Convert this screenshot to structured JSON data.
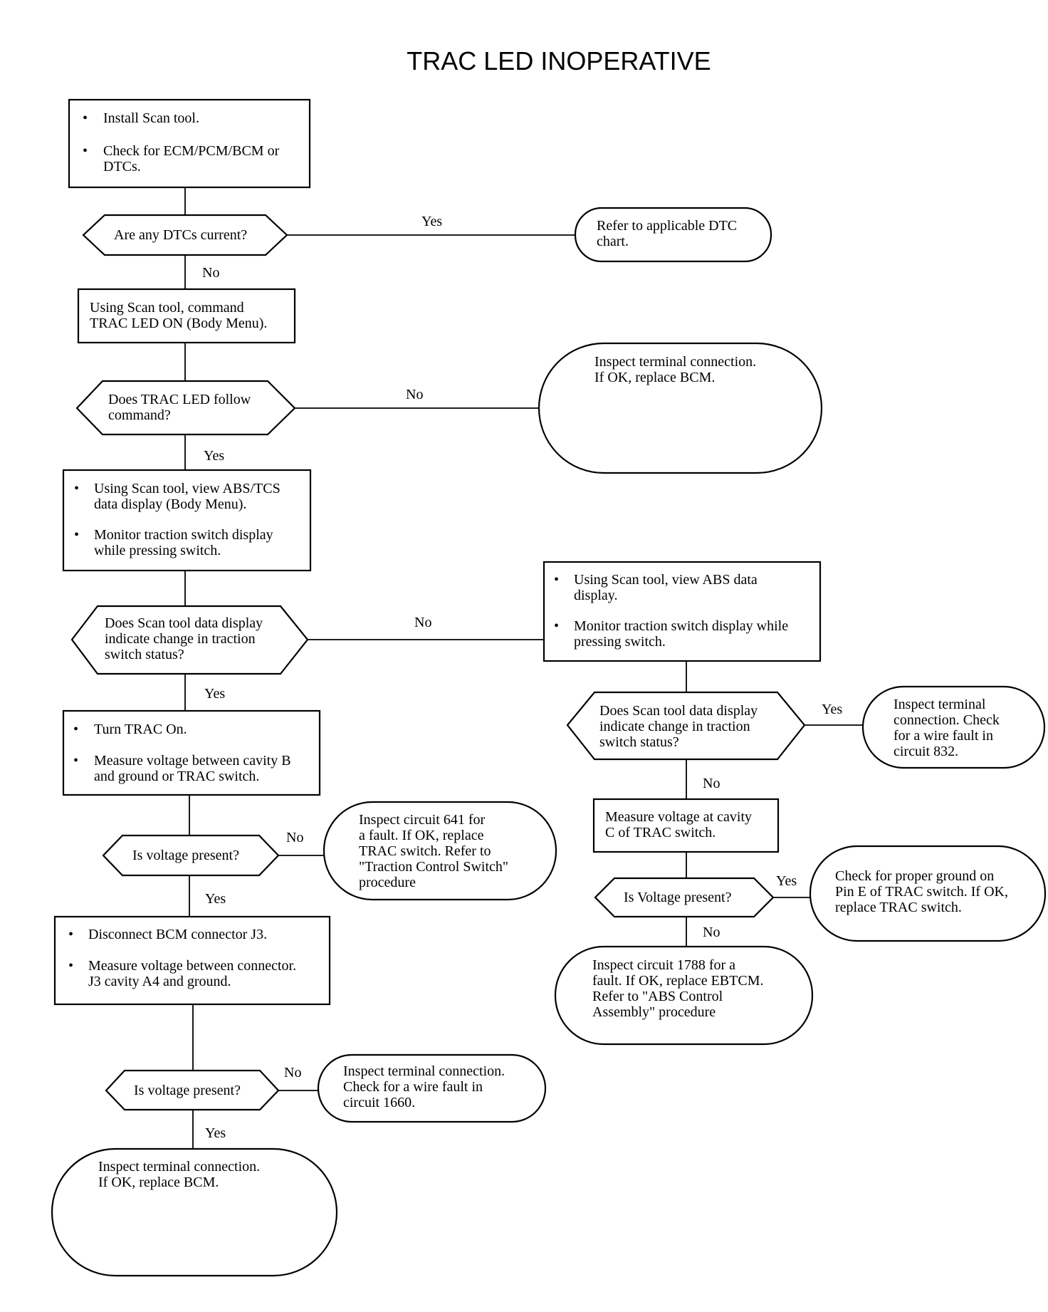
{
  "title": "TRAC LED INOPERATIVE",
  "bullet": "•",
  "nodes": {
    "n1": {
      "lines": [
        "Install Scan tool.",
        "Check for ECM/PCM/BCM or",
        "DTCs."
      ]
    },
    "d1": {
      "lines": [
        "Are any DTCs current?"
      ]
    },
    "r1": {
      "lines": [
        "Refer to applicable DTC",
        "chart."
      ]
    },
    "n2": {
      "lines": [
        "Using Scan tool, command",
        "TRAC LED ON (Body Menu)."
      ]
    },
    "d2": {
      "lines": [
        "Does TRAC LED follow",
        "command?"
      ]
    },
    "r2": {
      "lines": [
        "Inspect terminal connection.",
        "If OK, replace BCM."
      ]
    },
    "n3": {
      "lines": [
        "Using Scan tool, view ABS/TCS",
        "data display (Body Menu).",
        "Monitor traction switch display",
        "while pressing switch."
      ]
    },
    "d3": {
      "lines": [
        "Does Scan tool data display",
        "indicate change in traction",
        "switch status?"
      ]
    },
    "n4": {
      "lines": [
        "Using Scan tool, view ABS data",
        "display.",
        "Monitor traction switch display while",
        "pressing switch."
      ]
    },
    "d4": {
      "lines": [
        "Does Scan tool data display",
        "indicate change in traction",
        "switch status?"
      ]
    },
    "r3": {
      "lines": [
        "Inspect terminal",
        "connection. Check",
        "for a wire fault in",
        "circuit 832."
      ]
    },
    "n5": {
      "lines": [
        "Measure voltage at cavity",
        "C of TRAC switch."
      ]
    },
    "d5": {
      "lines": [
        "Is Voltage present?"
      ]
    },
    "r4": {
      "lines": [
        "Check for proper ground on",
        "Pin E of TRAC switch. If OK,",
        "replace TRAC switch."
      ]
    },
    "r5": {
      "lines": [
        "Inspect circuit 1788 for a",
        "fault. If OK, replace EBTCM.",
        "Refer to \"ABS Control",
        "Assembly\" procedure"
      ]
    },
    "n6": {
      "lines": [
        "Turn TRAC On.",
        "Measure voltage between cavity B",
        "and ground or TRAC switch."
      ]
    },
    "d6": {
      "lines": [
        "Is voltage present?"
      ]
    },
    "r6": {
      "lines": [
        "Inspect circuit 641 for",
        "a fault. If OK, replace",
        "TRAC switch. Refer to",
        "\"Traction Control Switch\"",
        "procedure"
      ]
    },
    "n7": {
      "lines": [
        "Disconnect BCM connector J3.",
        "Measure voltage between connector.",
        "J3 cavity A4 and ground."
      ]
    },
    "d7": {
      "lines": [
        "Is voltage present?"
      ]
    },
    "r7": {
      "lines": [
        "Inspect terminal connection.",
        "Check for a wire fault in",
        "circuit 1660."
      ]
    },
    "r8": {
      "lines": [
        "Inspect terminal connection.",
        "If OK, replace BCM."
      ]
    }
  },
  "edge_labels": {
    "d1_yes": "Yes",
    "d1_no": "No",
    "d2_no": "No",
    "d2_yes": "Yes",
    "d3_no": "No",
    "d3_yes": "Yes",
    "d4_yes": "Yes",
    "d4_no": "No",
    "d5_yes": "Yes",
    "d5_no": "No",
    "d6_no": "No",
    "d6_yes": "Yes",
    "d7_no": "No",
    "d7_yes": "Yes"
  }
}
